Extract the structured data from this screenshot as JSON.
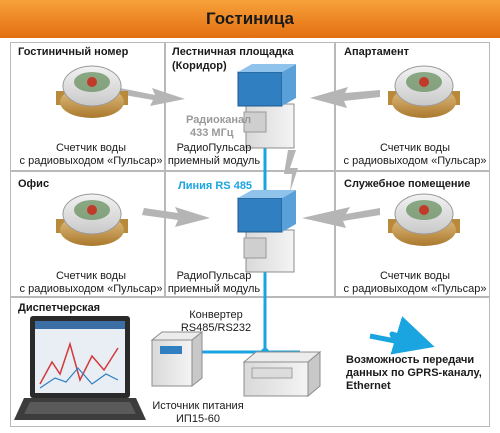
{
  "banner": {
    "title": "Гостиница"
  },
  "rooms": {
    "hotel_room": {
      "title": "Гостиничный номер",
      "caption_l1": "Счетчик воды",
      "caption_l2": "с радиовыходом «Пульсар»"
    },
    "stair": {
      "title_l1": "Лестничная площадка",
      "title_l2": "(Коридор)",
      "caption_l1": "РадиоПульсар",
      "caption_l2": "приемный модуль"
    },
    "apartment": {
      "title": "Апартамент",
      "caption_l1": "Счетчик воды",
      "caption_l2": "с радиовыходом «Пульсар»"
    },
    "office": {
      "title": "Офис",
      "caption_l1": "Счетчик воды",
      "caption_l2": "с радиовыходом «Пульсар»"
    },
    "middle": {
      "caption_l1": "РадиоПульсар",
      "caption_l2": "приемный модуль"
    },
    "service": {
      "title": "Служебное помещение",
      "caption_l1": "Счетчик воды",
      "caption_l2": "с радиовыходом «Пульсар»"
    },
    "dispatch": {
      "title": "Диспетчерская"
    }
  },
  "radio": {
    "l1": "Радиоканал",
    "l2": "433 МГц"
  },
  "rs485": {
    "label": "Линия RS 485"
  },
  "converter": {
    "l1": "Конвертер",
    "l2": "RS485/RS232"
  },
  "power": {
    "l1": "Источник питания",
    "l2": "ИП15-60"
  },
  "gprs": {
    "l1": "Возможность передачи",
    "l2": "данных по GPRS-каналу,",
    "l3": "Ethernet"
  },
  "colors": {
    "banner": "#f08a24",
    "rs485": "#1aa4e0",
    "grid": "#b9b9b9",
    "arrow": "#b5b5b5"
  }
}
